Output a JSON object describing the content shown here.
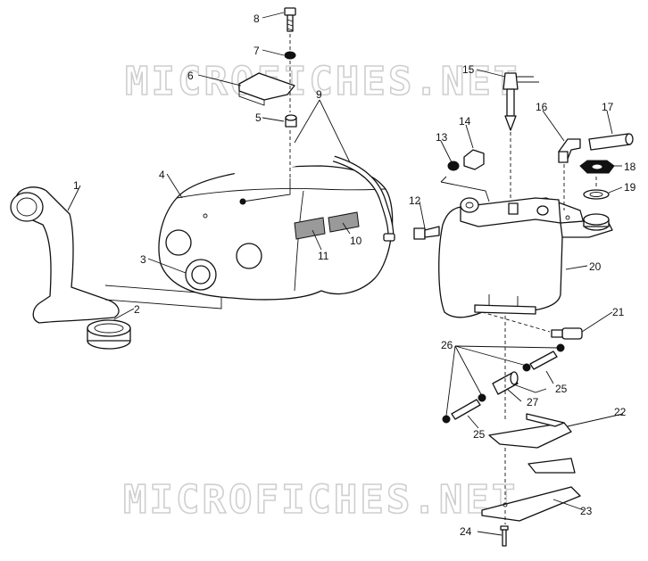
{
  "watermark": "MICROFICHES.NET",
  "labels": [
    "1",
    "2",
    "3",
    "4",
    "5",
    "6",
    "7",
    "8",
    "9",
    "10",
    "11",
    "12",
    "13",
    "14",
    "15",
    "16",
    "17",
    "18",
    "19",
    "20",
    "21",
    "22",
    "23",
    "24",
    "25",
    "26",
    "27"
  ]
}
